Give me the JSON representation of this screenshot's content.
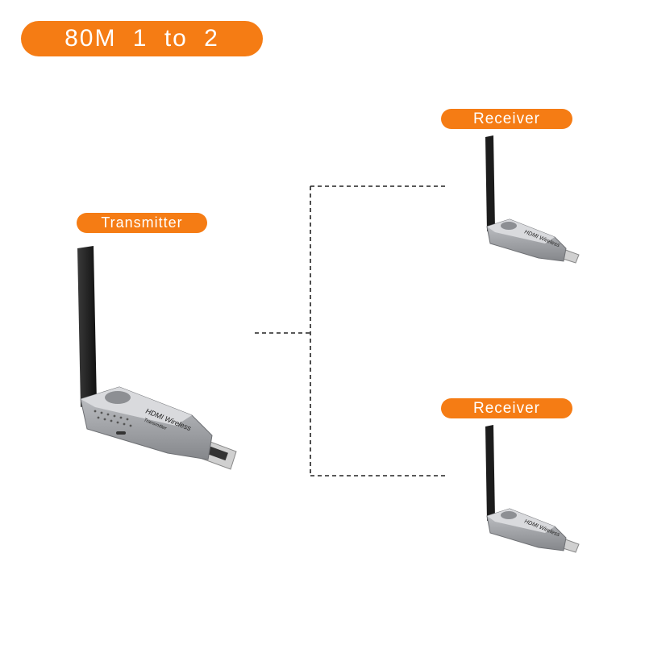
{
  "title": "80M  1 to 2",
  "transmitter": {
    "label": "Transmitter",
    "device_text": "HDMI Wireless",
    "device_subtext": "Transmitter"
  },
  "receivers": [
    {
      "label": "Receiver",
      "device_text": "HDMI Wireless"
    },
    {
      "label": "Receiver",
      "device_text": "HDMI Wireless"
    }
  ],
  "colors": {
    "accent": "#f57c14",
    "device_body": "#9a9ca0",
    "antenna": "#1c1c1c",
    "connector": "#c8c8c8"
  }
}
